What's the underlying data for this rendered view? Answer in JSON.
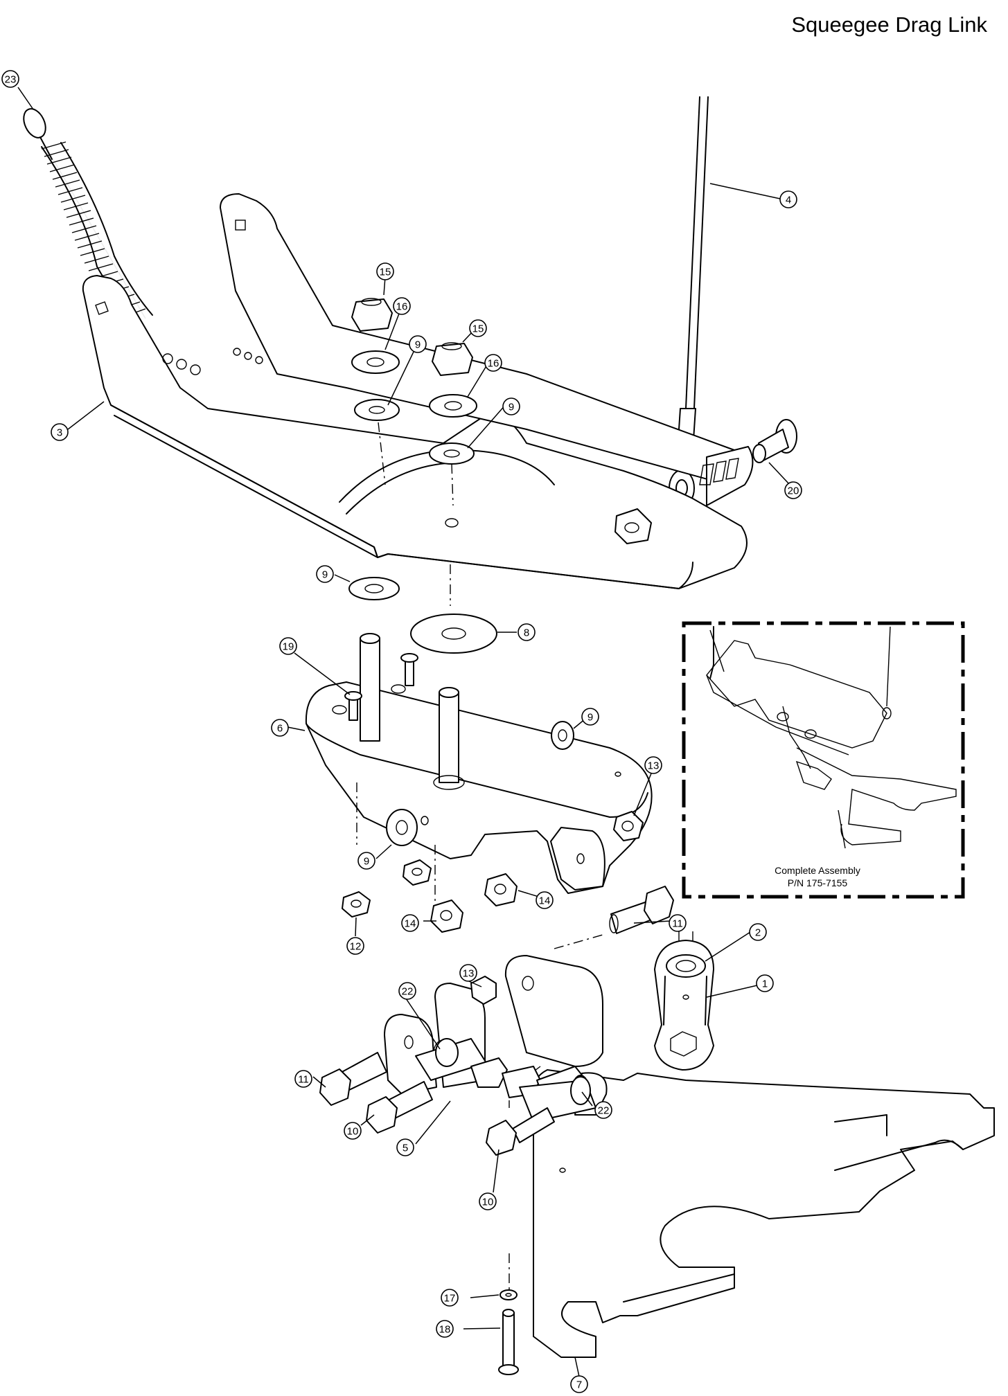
{
  "title": "Squeegee Drag Link",
  "callouts": [
    {
      "id": "c23",
      "label": "23"
    },
    {
      "id": "c4",
      "label": "4"
    },
    {
      "id": "c15a",
      "label": "15"
    },
    {
      "id": "c16a",
      "label": "16"
    },
    {
      "id": "c15b",
      "label": "15"
    },
    {
      "id": "c9a",
      "label": "9"
    },
    {
      "id": "c16b",
      "label": "16"
    },
    {
      "id": "c9b",
      "label": "9"
    },
    {
      "id": "c3",
      "label": "3"
    },
    {
      "id": "c20",
      "label": "20"
    },
    {
      "id": "c9c",
      "label": "9"
    },
    {
      "id": "c8",
      "label": "8"
    },
    {
      "id": "c19",
      "label": "19"
    },
    {
      "id": "c6",
      "label": "6"
    },
    {
      "id": "c9d",
      "label": "9"
    },
    {
      "id": "c13a",
      "label": "13"
    },
    {
      "id": "c9e",
      "label": "9"
    },
    {
      "id": "c14a",
      "label": "14"
    },
    {
      "id": "c12",
      "label": "12"
    },
    {
      "id": "c14b",
      "label": "14"
    },
    {
      "id": "c11a",
      "label": "11"
    },
    {
      "id": "c2",
      "label": "2"
    },
    {
      "id": "c13b",
      "label": "13"
    },
    {
      "id": "c1",
      "label": "1"
    },
    {
      "id": "c22a",
      "label": "22"
    },
    {
      "id": "c11b",
      "label": "11"
    },
    {
      "id": "c10a",
      "label": "10"
    },
    {
      "id": "c5",
      "label": "5"
    },
    {
      "id": "c22b",
      "label": "22"
    },
    {
      "id": "c10b",
      "label": "10"
    },
    {
      "id": "c17",
      "label": "17"
    },
    {
      "id": "c18",
      "label": "18"
    },
    {
      "id": "c7",
      "label": "7"
    }
  ],
  "inset": {
    "caption_line1": "Complete Assembly",
    "caption_line2": "P/N 175-7155"
  }
}
